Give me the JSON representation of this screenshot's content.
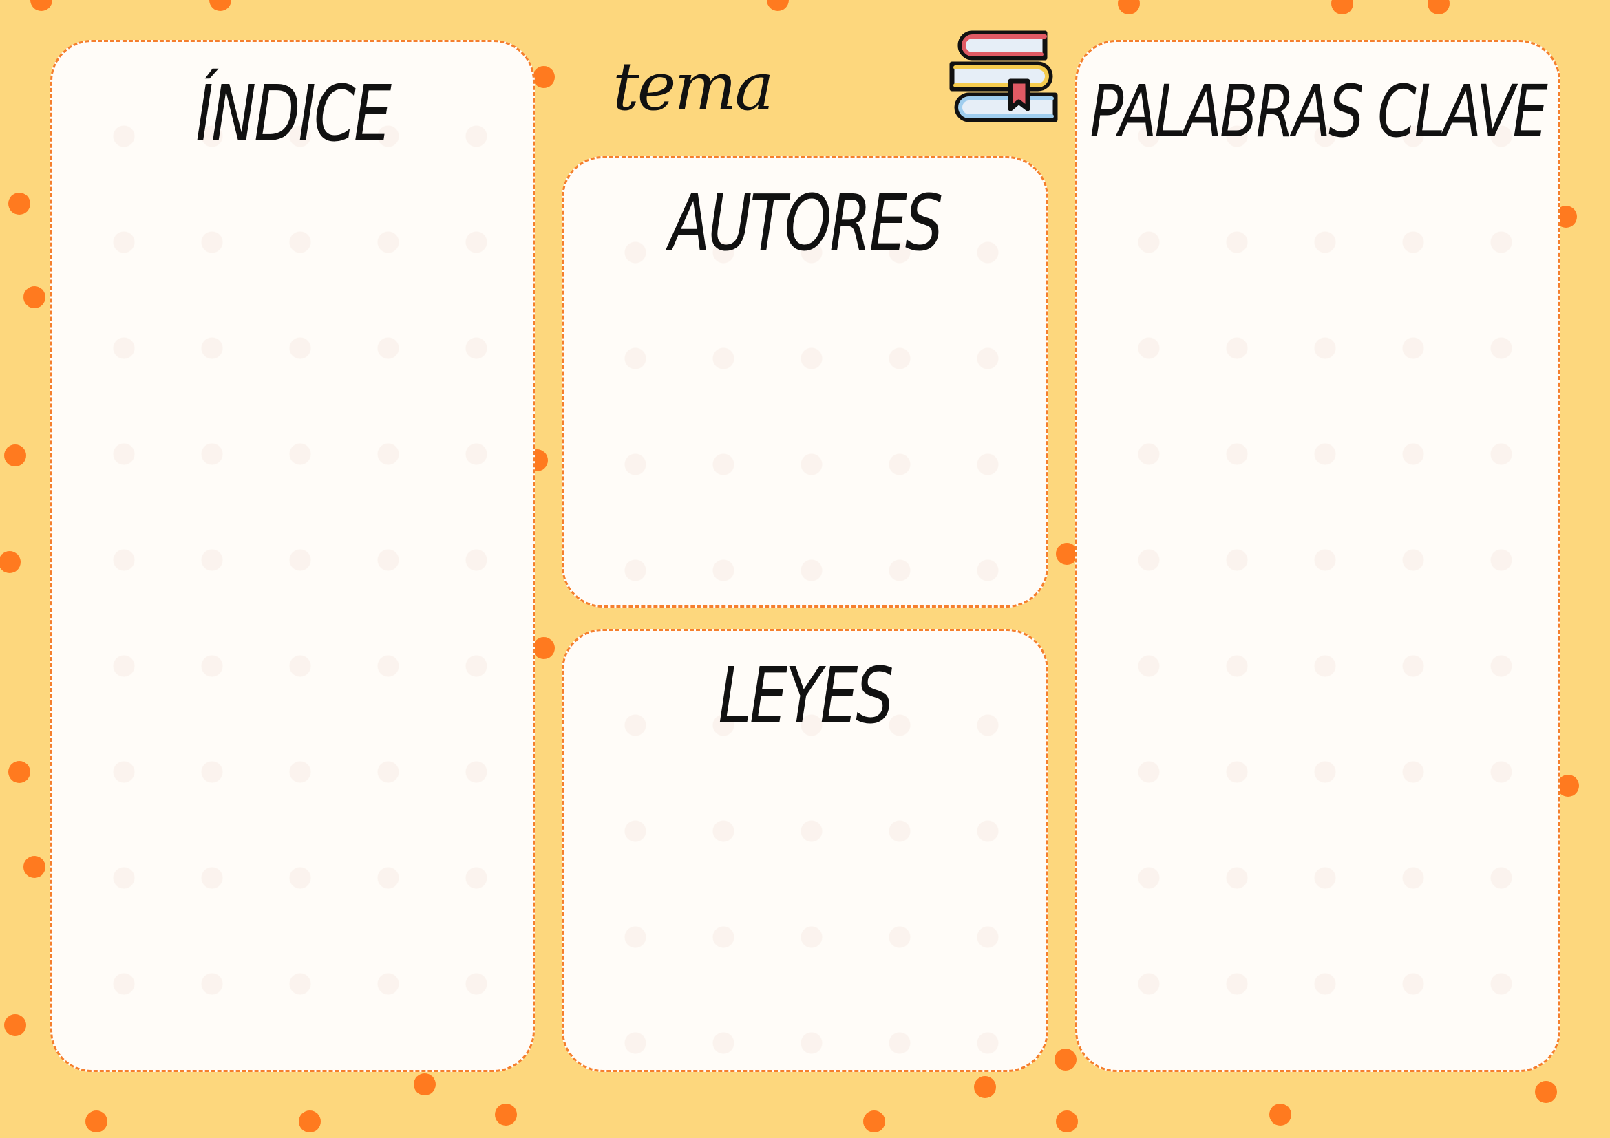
{
  "header": {
    "topic_label": "tema",
    "icon": "books-stack-icon"
  },
  "panels": {
    "index": {
      "title": "ÍNDICE"
    },
    "authors": {
      "title": "AUTORES"
    },
    "laws": {
      "title": "LEYES"
    },
    "keywords": {
      "title": "PALABRAS CLAVE"
    }
  },
  "colors": {
    "background": "#FDD77D",
    "dots": "#FF7A1F",
    "border": "#F57F2E",
    "panel": "#FFFCF8"
  }
}
